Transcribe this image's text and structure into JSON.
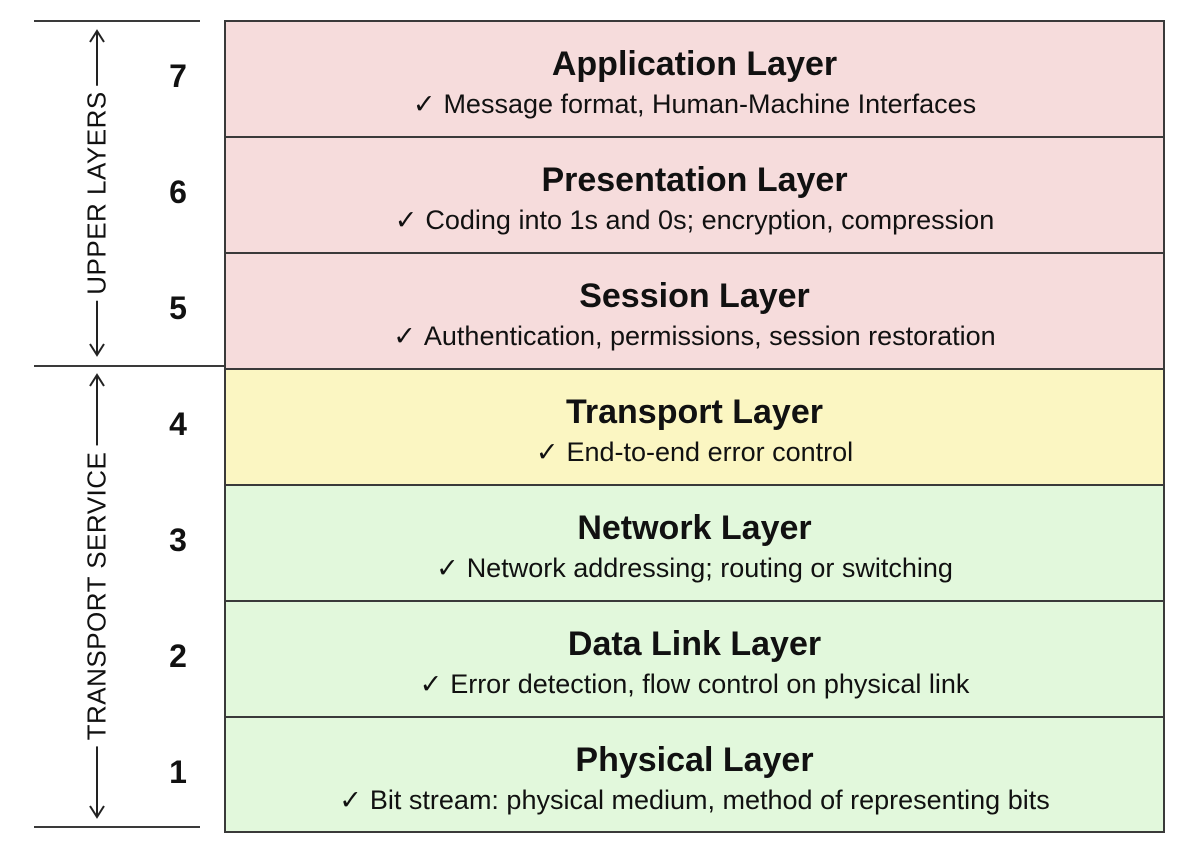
{
  "layers": [
    {
      "num": "7",
      "name": "Application Layer",
      "desc": "Message format, Human-Machine Interfaces",
      "color": "#f6dcdc"
    },
    {
      "num": "6",
      "name": "Presentation Layer",
      "desc": "Coding into 1s and 0s; encryption, compression",
      "color": "#f6dcdc"
    },
    {
      "num": "5",
      "name": "Session Layer",
      "desc": "Authentication, permissions, session restoration",
      "color": "#f6dcdc"
    },
    {
      "num": "4",
      "name": "Transport Layer",
      "desc": "End-to-end error control",
      "color": "#fbf6c2"
    },
    {
      "num": "3",
      "name": "Network Layer",
      "desc": "Network addressing; routing or switching",
      "color": "#e2f8dc"
    },
    {
      "num": "2",
      "name": "Data Link Layer",
      "desc": "Error detection, flow control on physical link",
      "color": "#e2f8dc"
    },
    {
      "num": "1",
      "name": "Physical Layer",
      "desc": "Bit stream: physical medium, method of representing bits",
      "color": "#e2f8dc"
    }
  ],
  "check_mark": "✓",
  "groups": {
    "upper": "UPPER LAYERS",
    "transport": "TRANSPORT SERVICE"
  }
}
